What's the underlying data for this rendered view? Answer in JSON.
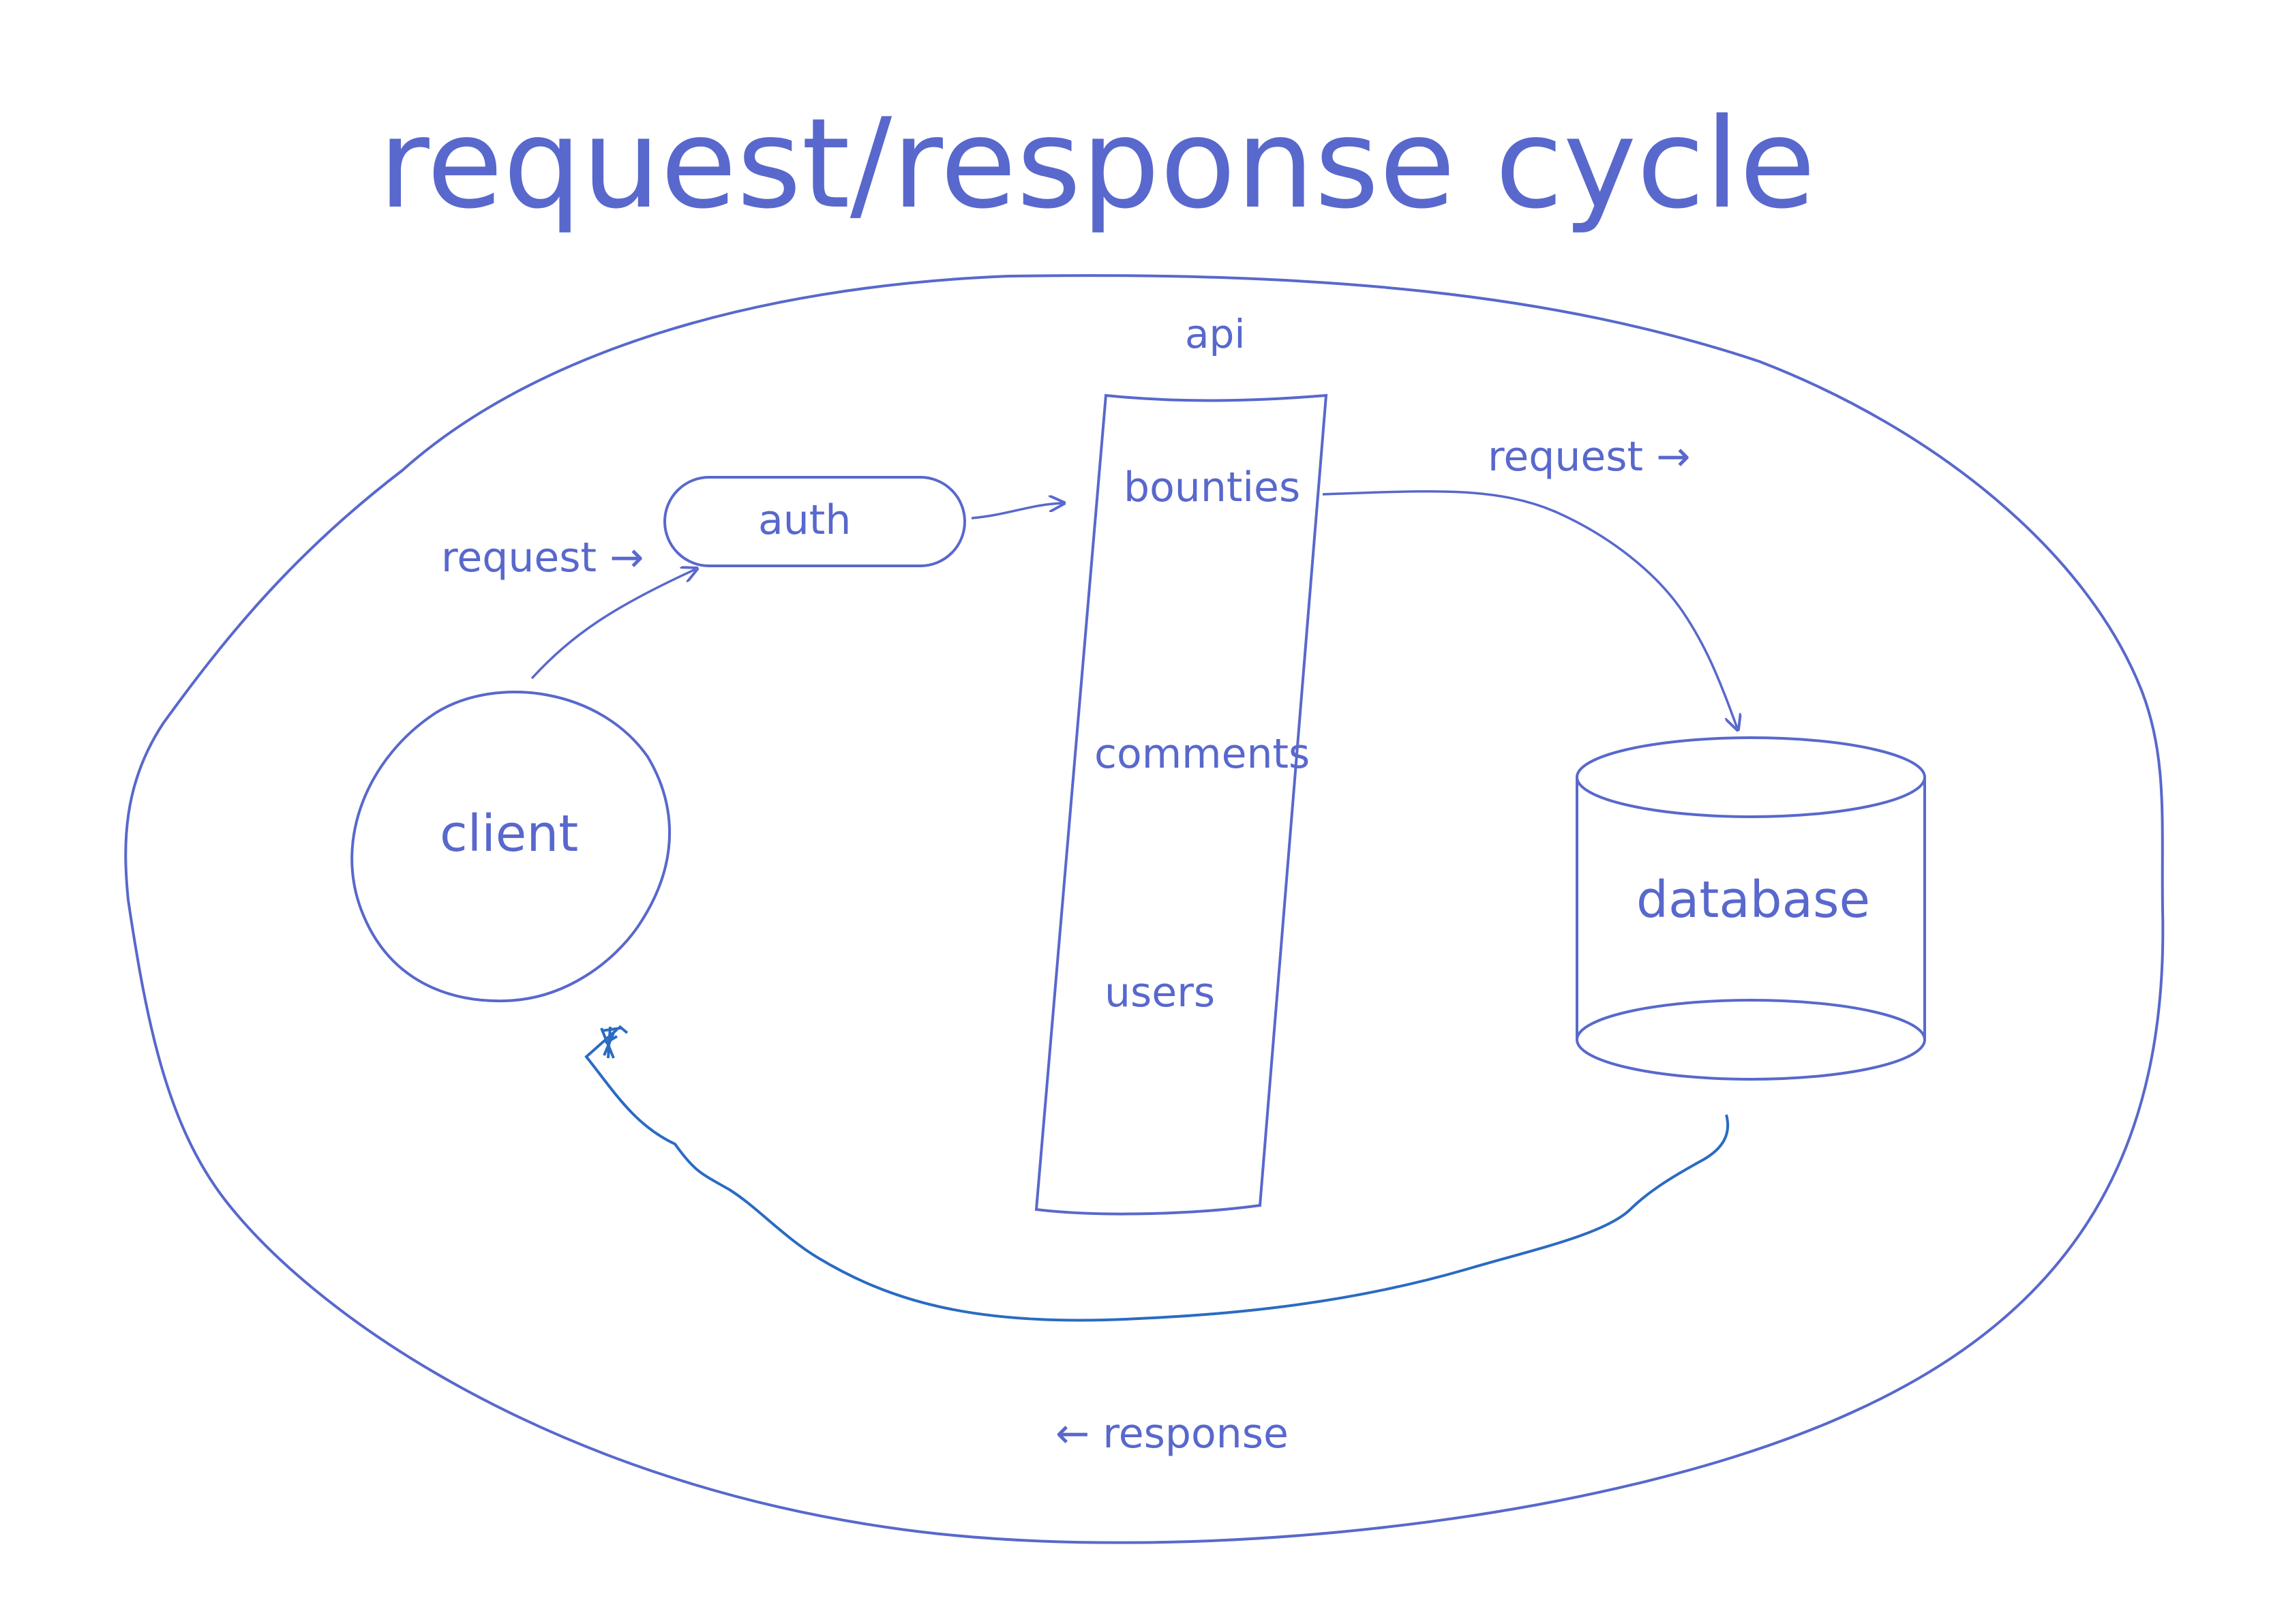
{
  "title": "request/response cycle",
  "colors": {
    "ink": "#5868cc",
    "response_arrow": "#2a6bc2",
    "background": "#ffffff"
  },
  "nodes": {
    "client": "client",
    "auth": "auth",
    "api": "api",
    "api_routes": [
      "bounties",
      "comments",
      "users"
    ],
    "database": "database"
  },
  "edges": {
    "client_to_auth": "request →",
    "api_to_database": "request →",
    "database_to_client": "← response"
  }
}
